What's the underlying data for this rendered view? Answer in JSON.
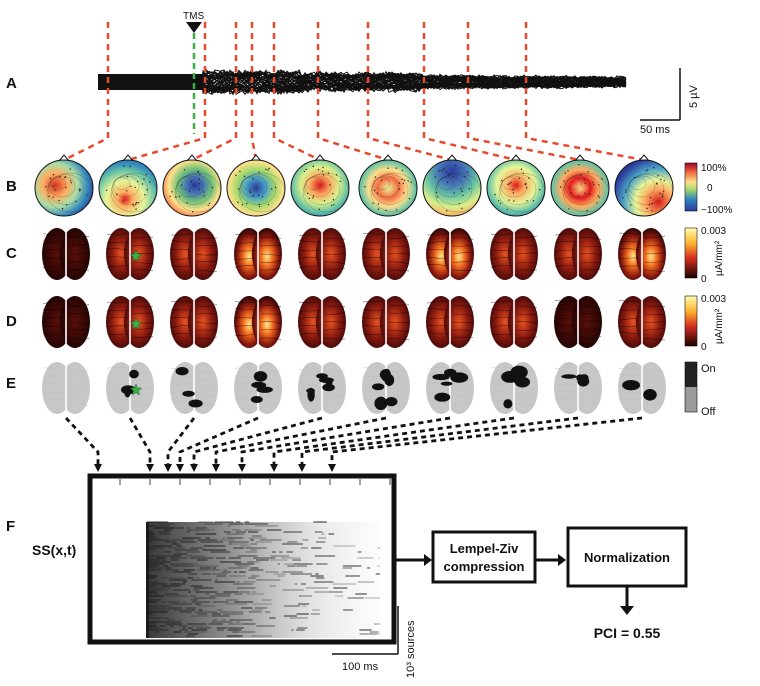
{
  "row_labels": {
    "a": "A",
    "b": "B",
    "c": "C",
    "d": "D",
    "e": "E",
    "f": "F"
  },
  "tms_label": "TMS",
  "eeg_scale": {
    "amplitude": "5 µV",
    "time": "50 ms"
  },
  "topo_colorbar": {
    "max": "100%",
    "mid": "0",
    "min": "−100%"
  },
  "current_colorbar_c": {
    "max": "0.003",
    "min": "0",
    "unit": "µA/mm²"
  },
  "current_colorbar_d": {
    "max": "0.003",
    "min": "0",
    "unit": "µA/mm²"
  },
  "binary_legend": {
    "on": "On",
    "off": "Off"
  },
  "panel_f": {
    "matrix_label": "SS(x,t)",
    "scale_time": "100 ms",
    "scale_sources": "10³ sources",
    "box1_line1": "Lempel-Ziv",
    "box1_line2": "compression",
    "box2": "Normalization",
    "result": "PCI = 0.55"
  },
  "colors": {
    "guide_red": "#e8482c",
    "tms_green": "#3cb043",
    "star_green": "#35b34a"
  },
  "icons": {
    "tms_marker": "down-triangle-icon",
    "stimulation_site": "star-icon"
  },
  "topo_maps": 10,
  "brain_maps_per_row": 10
}
